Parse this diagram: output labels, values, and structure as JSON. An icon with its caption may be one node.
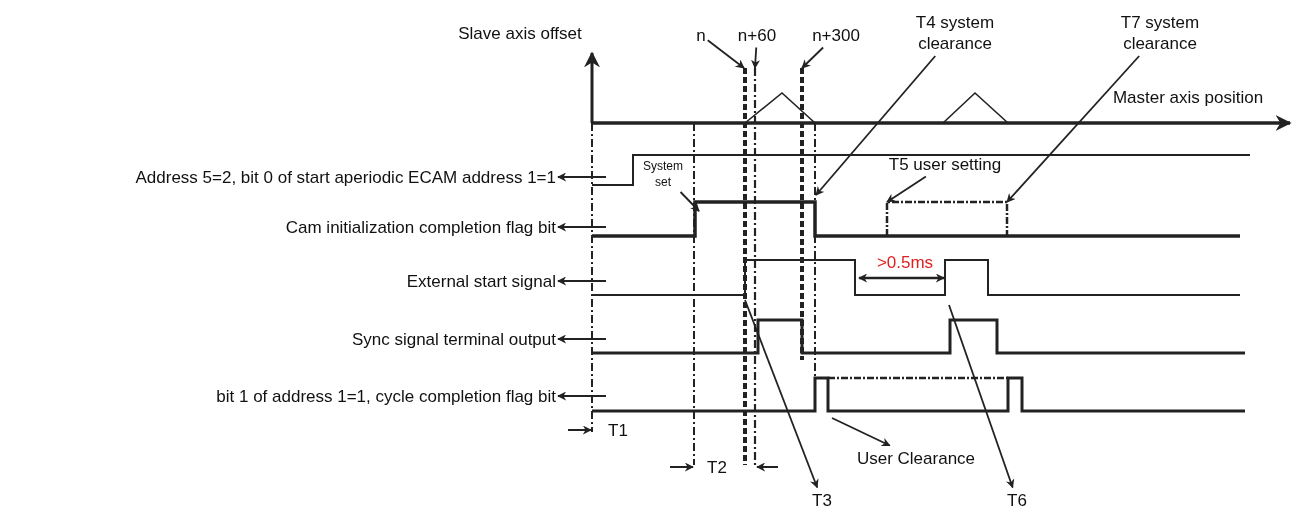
{
  "diagram": {
    "nodes": [
      {
        "text": [
          "n"
        ]
      },
      {
        "text": [
          "n+60"
        ]
      },
      {
        "text": [
          "n+300"
        ]
      },
      {
        "text": [
          "T4 system clearance"
        ]
      },
      {
        "text": [
          "T7 system clearance"
        ]
      },
      {
        "text": [
          "Address 5=2, bit 0 of start aperiodic ECAM address 1=1"
        ]
      },
      {
        "text": [
          "System set"
        ]
      },
      {
        "text": [
          "T5 user setting"
        ]
      },
      {
        "text": [
          "Cam initialization completion flag bit"
        ]
      },
      {
        "text": [
          "External start signal"
        ]
      },
      {
        "text": [
          "Sync signal terminal output"
        ]
      },
      {
        "text": [
          "bit 1 of address 1=1, cycle completion flag bit"
        ]
      },
      {
        "text": [
          "User Clearance"
        ]
      },
      {
        "text": [
          "T3"
        ]
      },
      {
        "text": [
          "T6"
        ]
      },
      {
        "text": [],
        "shape": "line"
      },
      {
        "text": [],
        "shape": "line"
      },
      {
        "text": [],
        "shape": "line"
      },
      {
        "text": [],
        "shape": "line"
      },
      {
        "text": [],
        "shape": "line"
      }
    ],
    "edges": [
      {
        "from": 0,
        "to": 15,
        "arrow": "to"
      },
      {
        "from": 1,
        "to": 16,
        "arrow": "to"
      },
      {
        "from": 2,
        "to": 17,
        "arrow": "to"
      },
      {
        "from": 3,
        "to": 19,
        "arrow": "to"
      },
      {
        "from": 4,
        "to": 18,
        "arrow": "to"
      },
      {
        "from": null,
        "to": 5,
        "arrow": "to"
      },
      {
        "from": 6,
        "to": null,
        "arrow": "to"
      },
      {
        "from": 7,
        "to": 18,
        "arrow": "to"
      },
      {
        "from": null,
        "to": 8,
        "arrow": "to"
      },
      {
        "from": null,
        "to": 9,
        "arrow": "to"
      },
      {
        "from": null,
        "to": 10,
        "arrow": "to"
      },
      {
        "from": null,
        "to": 11,
        "arrow": "to"
      },
      {
        "from": null,
        "to": 12,
        "arrow": "to"
      },
      {
        "from": 15,
        "to": 13,
        "arrow": "to"
      },
      {
        "from": null,
        "to": 14,
        "arrow": "to"
      }
    ],
    "labels": [
      "Slave axis offset",
      "Master axis position",
      ">0.5ms",
      "T1",
      "T2"
    ]
  }
}
